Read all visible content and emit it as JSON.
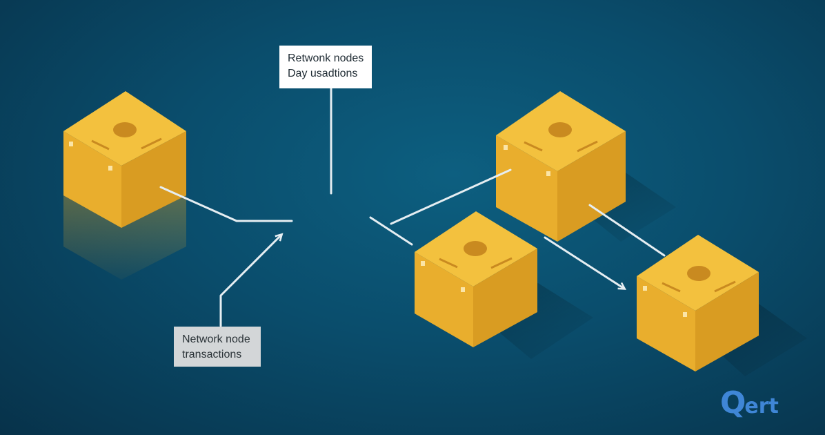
{
  "diagram": {
    "top_label": {
      "line1": "Retwonk nodes",
      "line2": "Day usadtions"
    },
    "bottom_label": {
      "line1": "Network node",
      "line2": "transactions"
    },
    "logo": {
      "text_q": "Q",
      "text_rest": "ert"
    },
    "colors": {
      "background": "#0a4d6c",
      "box_top": "#f2be3a",
      "box_left": "#e8ae2e",
      "box_right": "#d89d24",
      "connector": "#e6eef2",
      "logo": "#3f86d6"
    }
  }
}
